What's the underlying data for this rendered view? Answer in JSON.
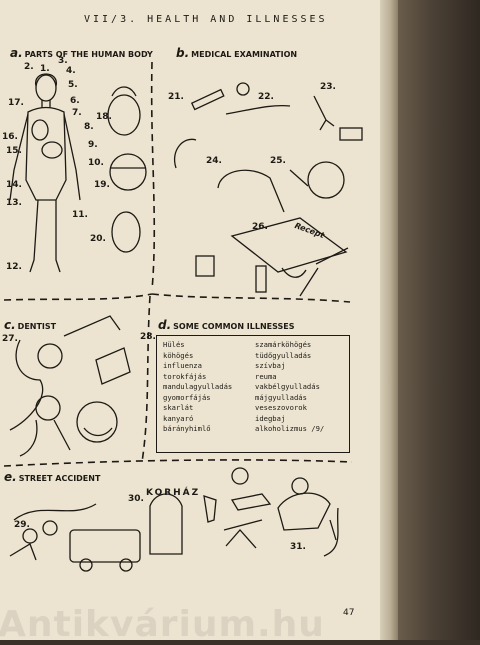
{
  "header": {
    "title": "VII/3.  HEALTH AND ILLNESSES"
  },
  "sections": {
    "a": {
      "letter": "a.",
      "title": "PARTS OF THE HUMAN BODY"
    },
    "b": {
      "letter": "b.",
      "title": "MEDICAL EXAMINATION"
    },
    "c": {
      "letter": "c.",
      "title": "DENTIST"
    },
    "d": {
      "letter": "d.",
      "title": "SOME COMMON ILLNESSES"
    },
    "e": {
      "letter": "e.",
      "title": "STREET ACCIDENT"
    }
  },
  "body_numbers": [
    "1.",
    "2.",
    "3.",
    "4.",
    "5.",
    "6.",
    "7.",
    "8.",
    "9.",
    "10.",
    "11.",
    "12.",
    "13.",
    "14.",
    "15.",
    "16.",
    "17."
  ],
  "item_numbers": {
    "n18": "18.",
    "n19": "19.",
    "n20": "20.",
    "n21": "21.",
    "n22": "22.",
    "n23": "23.",
    "n24": "24.",
    "n25": "25.",
    "n26": "26.",
    "n27": "27.",
    "n28": "28.",
    "n29": "29.",
    "n30": "30.",
    "n31": "31."
  },
  "prescription_word": "Recept",
  "ambulance_sign": "KORHÁZ",
  "illnesses": {
    "left": [
      "Hülés",
      "köhögés",
      "influenza",
      "torokfájás",
      "mandulagyulladás",
      "gyomorfájás",
      "skarlát",
      "kanyaró",
      "bárányhimlő"
    ],
    "right": [
      "szamárköhögés",
      "tüdőgyulladás",
      "szívbaj",
      "reuma",
      "vakbélgyulladás",
      "májgyulladás",
      "veseszovorok",
      "idegbaj",
      "alkoholizmus /9/"
    ]
  },
  "page_number": "47",
  "watermark": "Antikvárium.hu"
}
